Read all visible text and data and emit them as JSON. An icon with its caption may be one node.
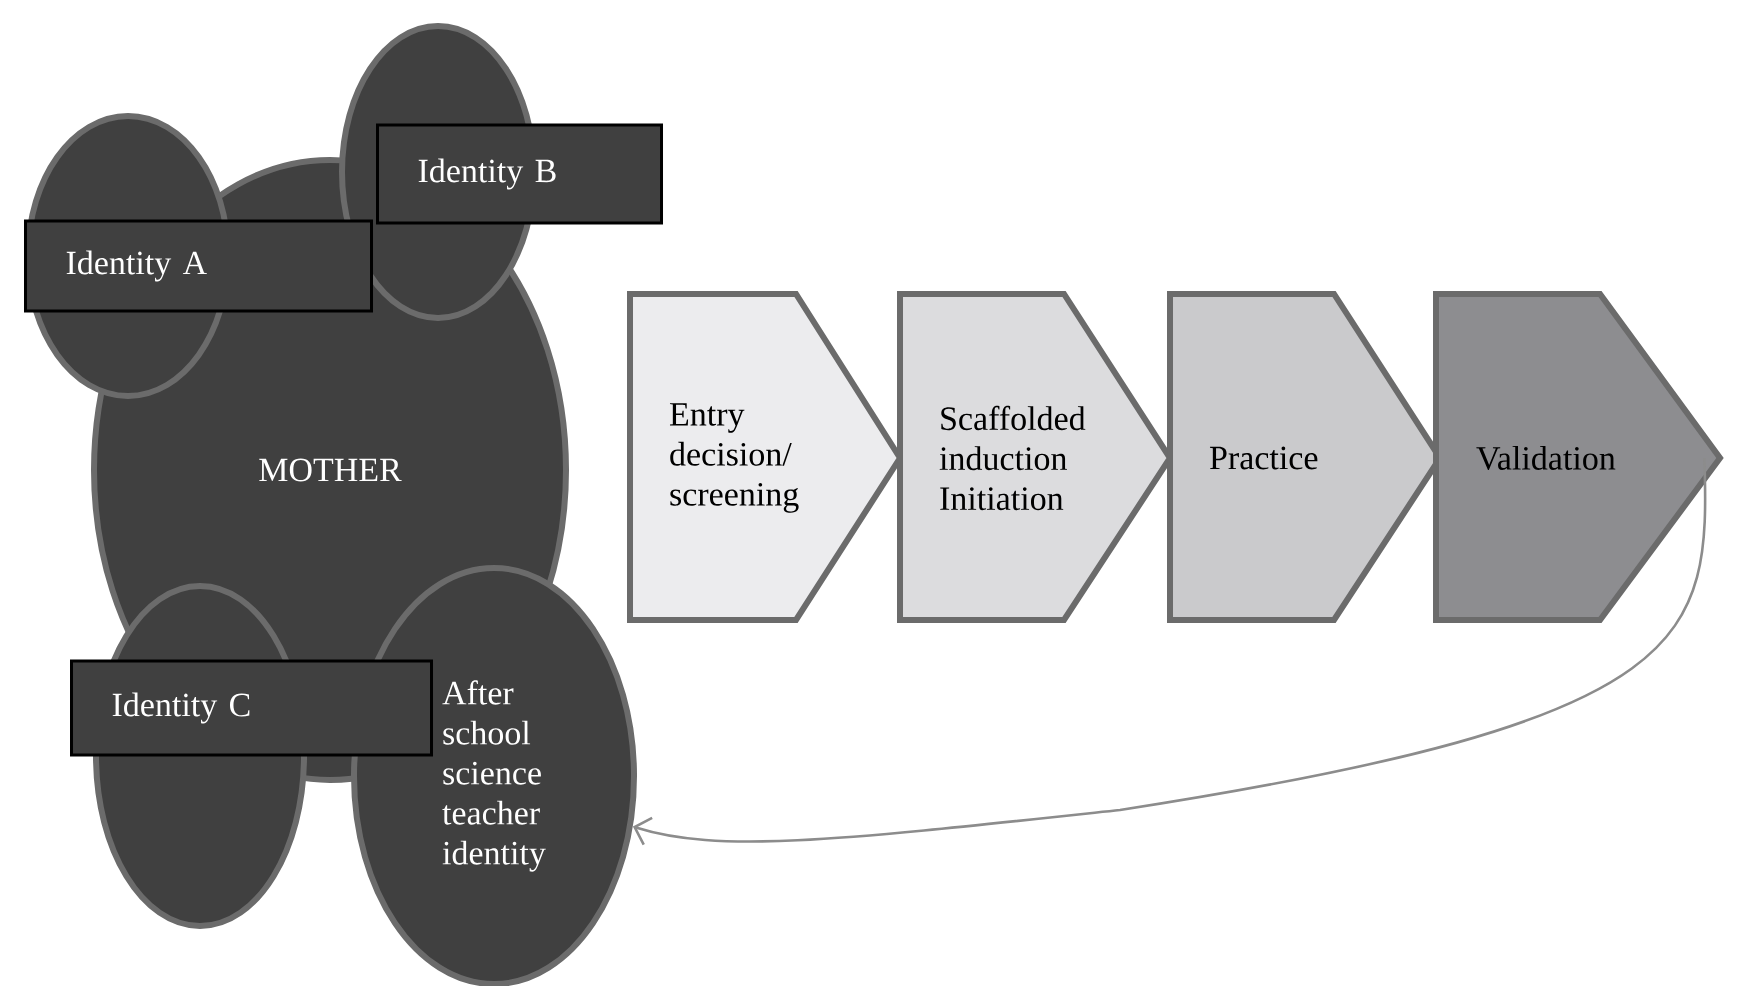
{
  "diagram": {
    "nodes": [
      {
        "text": [
          "MOTHER"
        ]
      },
      {
        "text": [],
        "shape": "circle"
      },
      {
        "text": [
          "Identity A"
        ]
      },
      {
        "text": [],
        "shape": "circle"
      },
      {
        "text": [
          "Identity B"
        ]
      },
      {
        "text": [],
        "shape": "circle"
      },
      {
        "text": [
          "Identity C"
        ]
      },
      {
        "text": [
          "After school science teacher identity"
        ]
      },
      {
        "text": [
          "Entry decision/ screening"
        ]
      },
      {
        "text": [
          "Scaffolded induction Initiation"
        ]
      },
      {
        "text": [
          "Practice"
        ]
      },
      {
        "text": [
          "Validation"
        ]
      }
    ],
    "edges": [
      {
        "from": 11,
        "to": 7,
        "arrow": "to"
      }
    ]
  }
}
